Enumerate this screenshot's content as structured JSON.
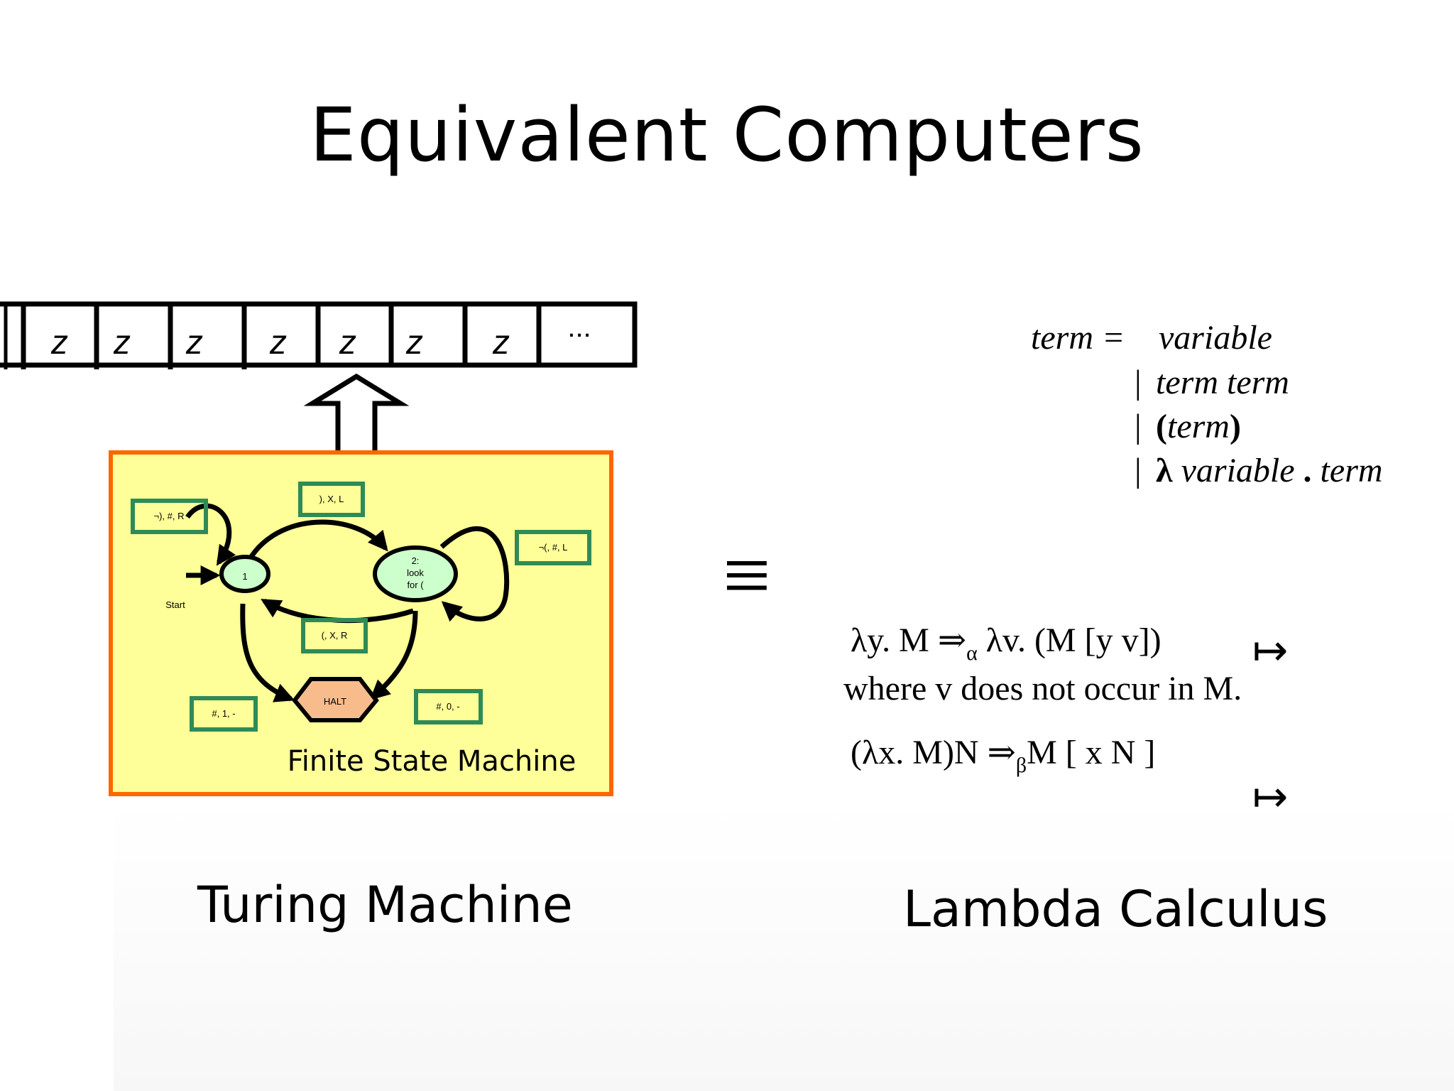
{
  "slide": {
    "title": "Equivalent Computers",
    "equivalence_symbol": "≡",
    "left_caption": "Turing Machine",
    "right_caption": "Lambda Calculus"
  },
  "tape": {
    "cells": [
      "z",
      "z",
      "z",
      "z",
      "z",
      "z",
      "z",
      "..."
    ]
  },
  "fsm": {
    "title": "Finite State Machine",
    "start_label": "Start",
    "states": {
      "s1": "1",
      "s2": [
        "2:",
        "look",
        "for ("
      ],
      "halt": "HALT"
    },
    "transitions": {
      "self_loop_1": "¬), #, R",
      "s1_to_s2": "), X, L",
      "self_loop_2": "¬(, #, L",
      "s2_to_s1": "(, X, R",
      "s1_to_halt": "#, 1, -",
      "s2_to_halt": "#, 0, -"
    },
    "colors": {
      "background": "#FFFF99",
      "border": "#FF6600",
      "state_fill": "#CCFFCC",
      "halt_fill": "#F8BC8C",
      "label_border": "#2E8B57"
    }
  },
  "lambda": {
    "grammar": {
      "lhs": "term =",
      "alt1": "variable",
      "alt2": "term term",
      "alt3_open": "(",
      "alt3_term": "term",
      "alt3_close": ")",
      "alt4_lambda": "λ",
      "alt4_var": "variable",
      "alt4_dot": ".",
      "alt4_term": "term",
      "bar": "|"
    },
    "alpha": {
      "lhs": "λy. M ⇒",
      "sub": "α",
      "rhs": "λv. (M [y      v])",
      "mapsto": "↦",
      "condition": "where v does not occur in M."
    },
    "beta": {
      "lhs": "(λx. M)N ⇒",
      "sub": "β",
      "rhs": "M [ x      N ]",
      "mapsto": "↦"
    }
  }
}
